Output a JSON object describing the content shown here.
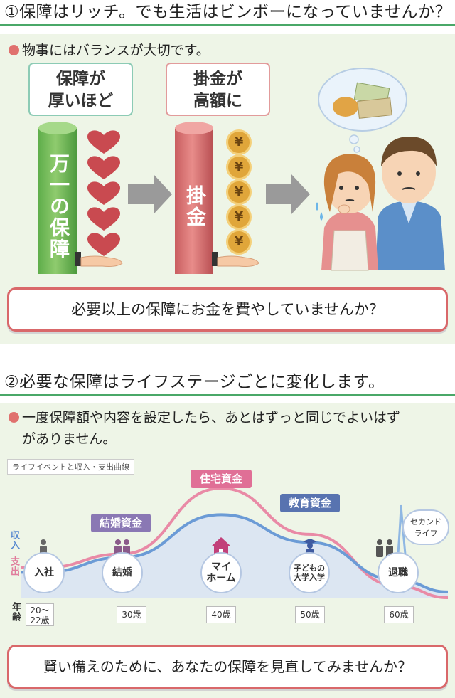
{
  "section1": {
    "title": "①保障はリッチ。でも生活はビンボーになっていませんか？",
    "lead": "物事にはバランスが大切です。",
    "box_green": [
      "保障が",
      "厚いほど"
    ],
    "box_red": [
      "掛金が",
      "高額に"
    ],
    "cyl_green_text": "万一の保障",
    "cyl_red_text": "掛金",
    "yen_symbol": "¥",
    "message": "必要以上の保障にお金を費やしていませんか？"
  },
  "section2": {
    "title": "②必要な保障はライフステージごとに変化します。",
    "lead_line1": "一度保障額や内容を設定したら、あとはずっと同じでよいはず",
    "lead_line2": "がありません。",
    "chart_caption": "ライフイベントと収入・支出曲線",
    "income_label": "収入",
    "expense_label": "支出",
    "age_axis_label": "年齢",
    "events": {
      "marriage_fund": "結婚資金",
      "housing_fund": "住宅資金",
      "education_fund": "教育資金",
      "second_life": [
        "セカンド",
        "ライフ"
      ]
    },
    "stages": [
      {
        "lines": [
          "入社"
        ]
      },
      {
        "lines": [
          "結婚"
        ]
      },
      {
        "lines": [
          "マイ",
          "ホーム"
        ]
      },
      {
        "lines": [
          "子どもの",
          "大学入学"
        ]
      },
      {
        "lines": [
          "退職"
        ]
      }
    ],
    "ages": [
      [
        "20～",
        "22歳"
      ],
      [
        "30歳"
      ],
      [
        "40歳"
      ],
      [
        "50歳"
      ],
      [
        "60歳"
      ]
    ],
    "message": "賢い備えのために、あなたの保障を見直してみませんか？"
  },
  "chart_data": {
    "type": "area",
    "x": [
      "20～22歳",
      "30歳",
      "40歳",
      "50歳",
      "60歳"
    ],
    "series": [
      {
        "name": "収入",
        "values": [
          0.22,
          0.35,
          0.72,
          0.48,
          0.15
        ]
      },
      {
        "name": "支出",
        "values": [
          0.26,
          0.38,
          0.95,
          0.55,
          0.1
        ]
      }
    ],
    "xlabel": "年齢",
    "ylabel": ""
  },
  "colors": {
    "accent_green": "#4aa868",
    "panel_bg": "#eef5e7",
    "dot_red": "#e0716e",
    "income_blue": "#6b9bd6",
    "expense_pink": "#e98aa6",
    "label_purple": "#8a78b4",
    "label_pink": "#e06f96",
    "label_blue": "#5873b0"
  }
}
